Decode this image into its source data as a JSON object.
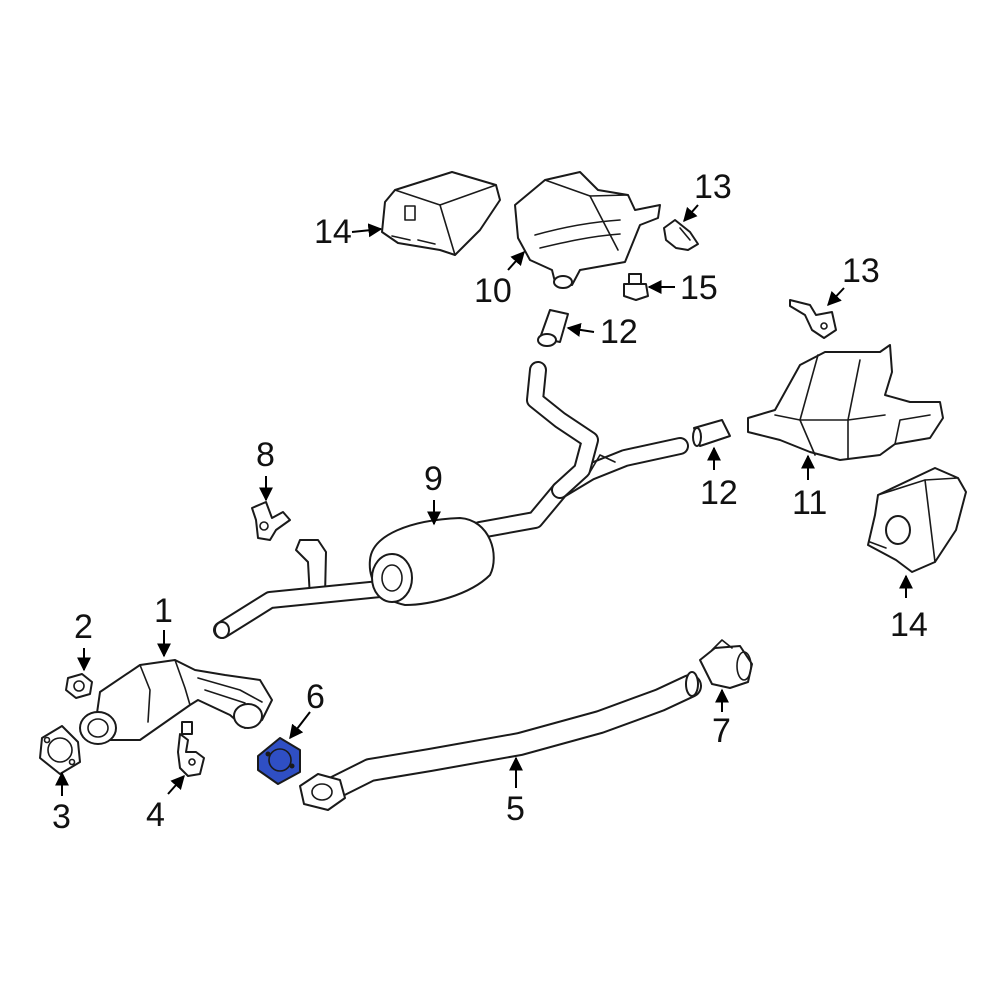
{
  "diagram": {
    "highlight_color": "#2f4fc4",
    "callouts": {
      "c1": "1",
      "c2": "2",
      "c3": "3",
      "c4": "4",
      "c5": "5",
      "c6": "6",
      "c7": "7",
      "c8": "8",
      "c9": "9",
      "c10": "10",
      "c11": "11",
      "c12a": "12",
      "c12b": "12",
      "c13a": "13",
      "c13b": "13",
      "c14a": "14",
      "c14b": "14",
      "c15": "15"
    }
  }
}
